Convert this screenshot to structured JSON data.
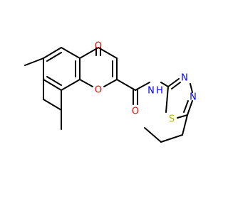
{
  "molecule": {
    "atoms": {
      "ketone_oxygen": {
        "label": "O",
        "color": "#ff0000"
      },
      "ring_oxygen": {
        "label": "O",
        "color": "#ff0000"
      },
      "amide_oxygen": {
        "label": "O",
        "color": "#ff0000"
      },
      "amide_nitrogen": {
        "label": "N",
        "suffix": "H",
        "color": "#0000ff"
      },
      "thiadiazole_nitrogen_top": {
        "label": "N",
        "color": "#0000ff"
      },
      "thiadiazole_nitrogen_right": {
        "label": "N",
        "color": "#0000ff"
      },
      "thiadiazole_sulfur": {
        "label": "S",
        "color": "#b2b200"
      }
    }
  }
}
